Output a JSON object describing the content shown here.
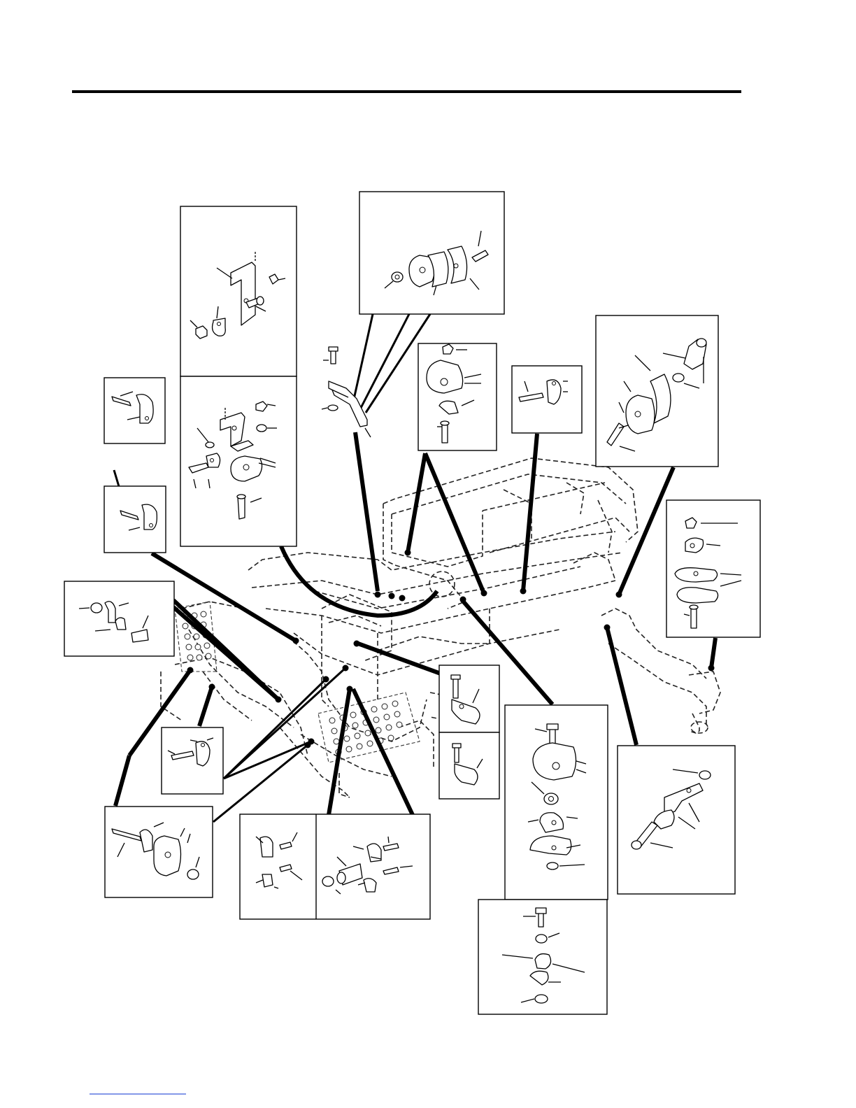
{
  "page": {
    "background": "#ffffff",
    "line_color": "#000000",
    "footer_rule_color": "#3b5bdb"
  },
  "diagram": {
    "subject": "chassis-frame-with-clamp-and-bracket-details",
    "detail_count": 17,
    "attachment_point_count": 20
  }
}
